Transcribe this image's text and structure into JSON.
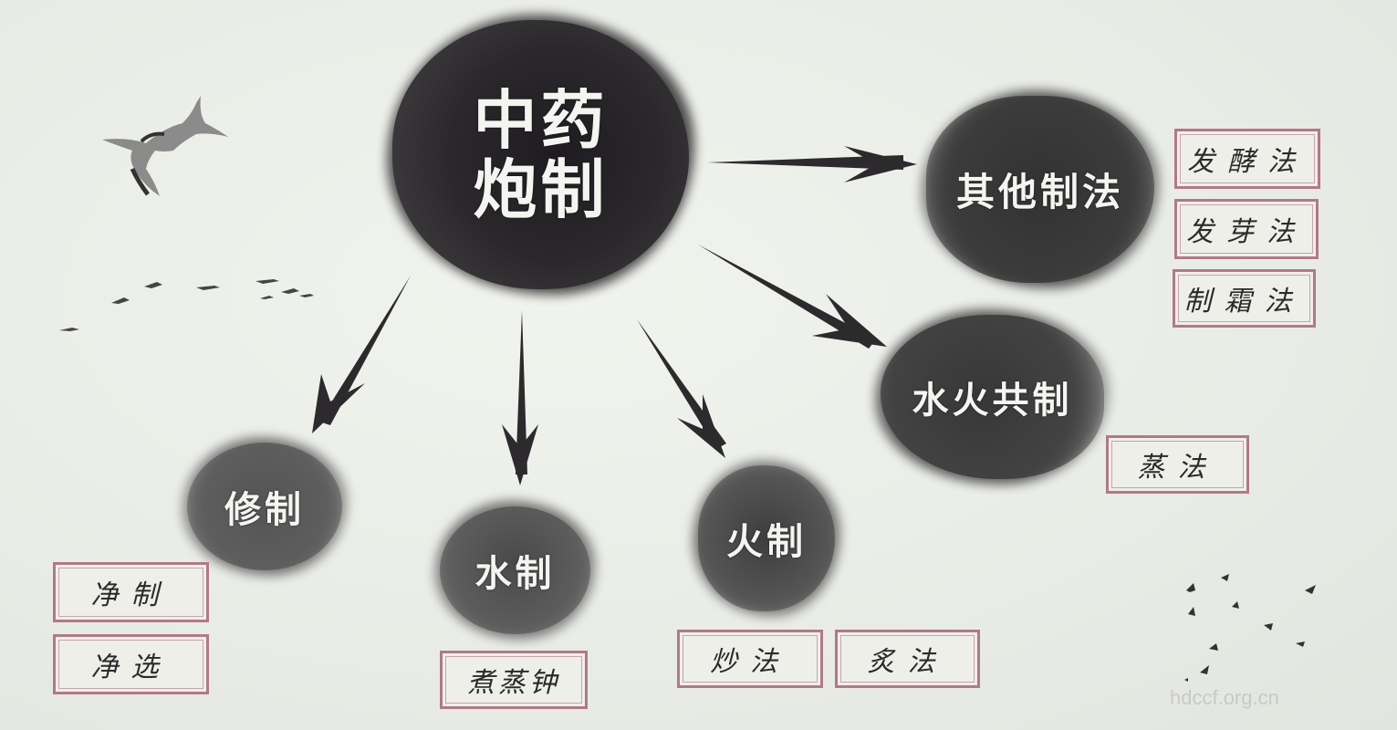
{
  "diagram": {
    "title": "中药炮制",
    "title_line1": "中药",
    "title_line2": "炮制",
    "categories": [
      {
        "id": "xiuzhi",
        "label": "修制",
        "methods": [
          "净制",
          "净选"
        ]
      },
      {
        "id": "shuizhi",
        "label": "水制",
        "methods": [
          "煮蒸钟"
        ]
      },
      {
        "id": "huozhi",
        "label": "火制",
        "methods": [
          "炒法",
          "炙法"
        ]
      },
      {
        "id": "shuihuo",
        "label": "水火共制",
        "methods": [
          "蒸法"
        ]
      },
      {
        "id": "other",
        "label": "其他制法",
        "methods": [
          "发酵法",
          "发芽法",
          "制霜法"
        ]
      }
    ]
  },
  "watermark": "hdccf.org.cn",
  "colors": {
    "background": "#eaede7",
    "ink": "#2a282b",
    "box_border": "#b07a88"
  }
}
